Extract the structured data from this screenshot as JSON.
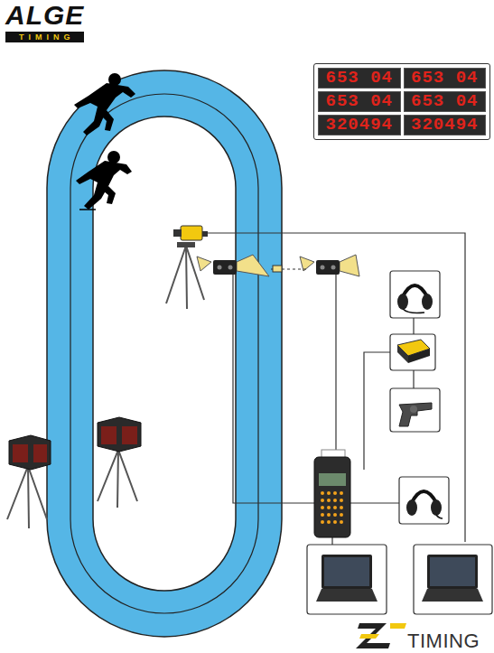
{
  "diagram": {
    "nodes": [
      {
        "text": [
          "653 04",
          "653 04",
          "653 04",
          "653 04",
          "320494",
          "320494"
        ]
      }
    ],
    "labels": [
      "ALGE",
      "TIMING",
      "TIMING"
    ]
  }
}
